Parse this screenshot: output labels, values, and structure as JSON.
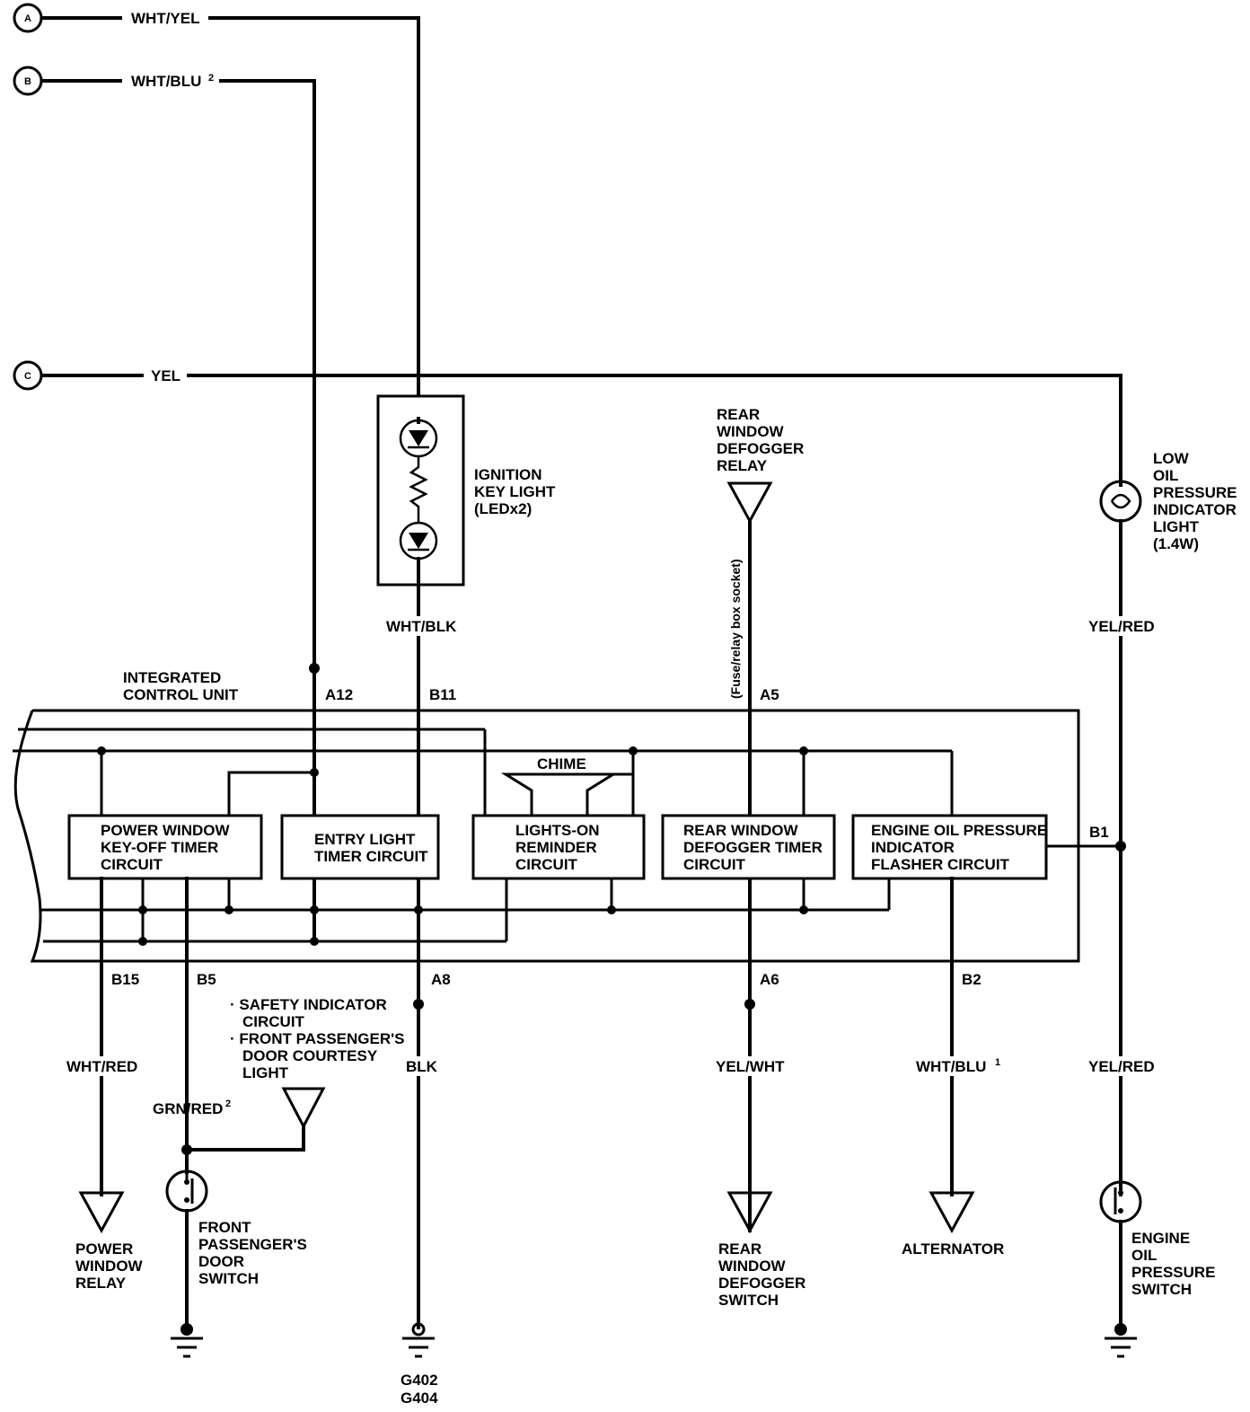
{
  "connectors": {
    "a": "A",
    "b": "B",
    "c": "C"
  },
  "wires": {
    "a": "WHT/YEL",
    "b": "WHT/BLU",
    "b_sup": "2",
    "c": "YEL",
    "key_light_out": "WHT/BLK",
    "oil_light_out": "YEL/RED",
    "b15": "WHT/RED",
    "b5": "GRN/RED",
    "b5_sup": "2",
    "a8": "BLK",
    "a6": "YEL/WHT",
    "b2": "WHT/BLU",
    "b2_sup": "1",
    "b1": "YEL/RED"
  },
  "pins": {
    "a12": "A12",
    "b11": "B11",
    "a5": "A5",
    "b1": "B1",
    "b15": "B15",
    "b5": "B5",
    "a8": "A8",
    "a6": "A6",
    "b2": "B2"
  },
  "ignition_key_light": [
    "IGNITION",
    "KEY LIGHT",
    "(LEDx2)"
  ],
  "rear_window_defogger_relay": [
    "REAR",
    "WINDOW",
    "DEFOGGER",
    "RELAY"
  ],
  "fuse_relay_note": "(Fuse/relay box socket)",
  "low_oil_light": [
    "LOW",
    "OIL",
    "PRESSURE",
    "INDICATOR",
    "LIGHT",
    "(1.4W)"
  ],
  "icu_title": [
    "INTEGRATED",
    "CONTROL UNIT"
  ],
  "chime": "CHIME",
  "circuits": {
    "power_window": [
      "POWER WINDOW",
      "KEY-OFF TIMER",
      "CIRCUIT"
    ],
    "entry_light": [
      "ENTRY LIGHT",
      "TIMER CIRCUIT"
    ],
    "lights_on": [
      "LIGHTS-ON",
      "REMINDER",
      "CIRCUIT"
    ],
    "rear_defogger": [
      "REAR WINDOW",
      "DEFOGGER TIMER",
      "CIRCUIT"
    ],
    "oil_flasher": [
      "ENGINE OIL PRESSURE",
      "INDICATOR",
      "FLASHER CIRCUIT"
    ]
  },
  "safety_note": [
    "· SAFETY INDICATOR",
    "CIRCUIT",
    "· FRONT PASSENGER'S",
    "DOOR COURTESY",
    "LIGHT"
  ],
  "power_window_relay": [
    "POWER",
    "WINDOW",
    "RELAY"
  ],
  "door_switch": [
    "FRONT",
    "PASSENGER'S",
    "DOOR",
    "SWITCH"
  ],
  "defogger_switch": [
    "REAR",
    "WINDOW",
    "DEFOGGER",
    "SWITCH"
  ],
  "alternator": "ALTERNATOR",
  "oil_switch": [
    "ENGINE",
    "OIL",
    "PRESSURE",
    "SWITCH"
  ],
  "grounds": [
    "G402",
    "G404"
  ]
}
